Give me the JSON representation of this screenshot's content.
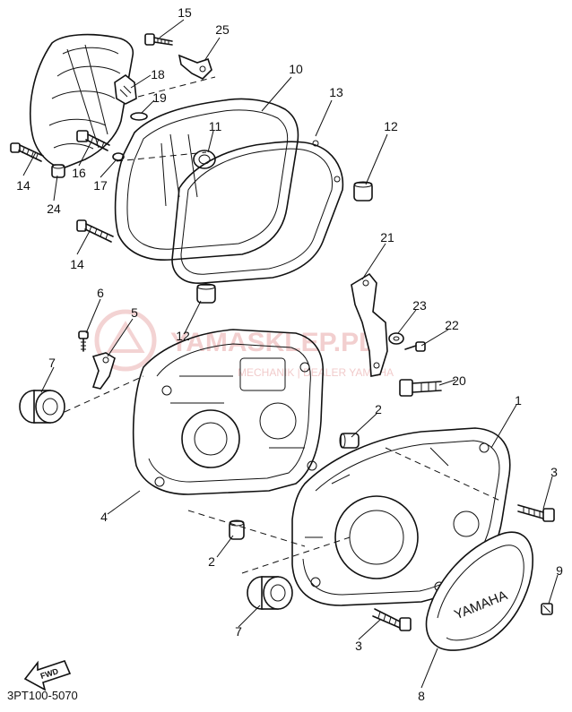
{
  "diagram": {
    "catalog_code": "3PT100-5070",
    "fwd_arrow_label": "FWD",
    "cover_brand": "YAMAHA",
    "watermark": {
      "brand": "YAMASKLEP.PL",
      "subtitle": "MECHANIK  |  DEALER YAMAHA",
      "color": "#e8a8a8"
    },
    "callouts": {
      "c1": "1",
      "c2a": "2",
      "c2b": "2",
      "c3a": "3",
      "c3b": "3",
      "c4": "4",
      "c5": "5",
      "c6": "6",
      "c7a": "7",
      "c7b": "7",
      "c8": "8",
      "c9": "9",
      "c10": "10",
      "c11": "11",
      "c12a": "12",
      "c12b": "12",
      "c13": "13",
      "c14a": "14",
      "c14b": "14",
      "c15": "15",
      "c16": "16",
      "c17": "17",
      "c18": "18",
      "c19": "19",
      "c20": "20",
      "c21": "21",
      "c22": "22",
      "c23": "23",
      "c24": "24",
      "c25": "25"
    }
  }
}
